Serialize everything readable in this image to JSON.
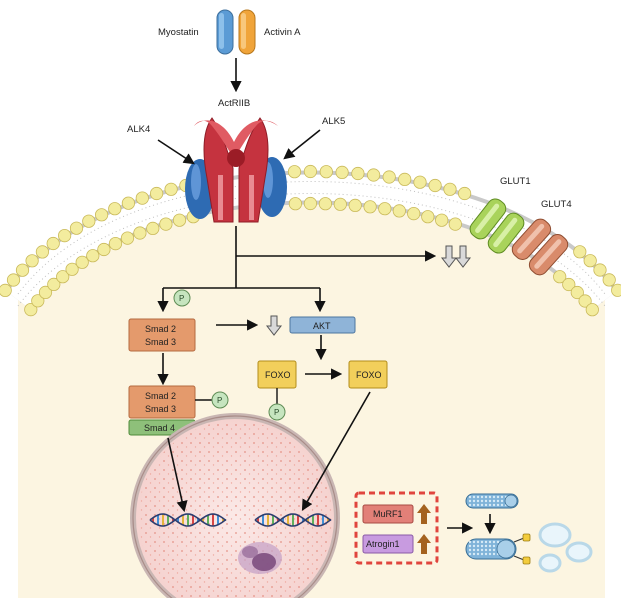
{
  "ligands": {
    "left": "Myostatin",
    "right": "Activin A"
  },
  "receptor": {
    "name": "ActRIIB",
    "left_coreceptor": "ALK4",
    "right_coreceptor": "ALK5"
  },
  "transporters": {
    "first": "GLUT1",
    "second": "GLUT4"
  },
  "smad": {
    "upper_top": "Smad 2",
    "upper_bottom": "Smad 3",
    "lower_top": "Smad 2",
    "lower_bottom": "Smad 3",
    "partner": "Smad 4"
  },
  "phospho_label": "P",
  "akt_label": "AKT",
  "foxo": {
    "left": "FOXO",
    "right": "FOXO"
  },
  "targets": {
    "first": "MuRF1",
    "second": "Atrogin1"
  },
  "colors": {
    "cytoplasm": "#fcf5e1",
    "membrane_head": "#f3ec9e",
    "receptor_red": "#c5333f",
    "alk_blue": "#2e6bb3",
    "smad_orange": "#e49a6c",
    "smad4_green": "#8ec07a",
    "akt_blue": "#8fb4d8",
    "foxo_yellow": "#f2cf5b",
    "murf_red": "#e28078",
    "atrogin_purple": "#c89be0",
    "dashed_box": "#e0453d",
    "up_arrow": "#a4621e"
  }
}
